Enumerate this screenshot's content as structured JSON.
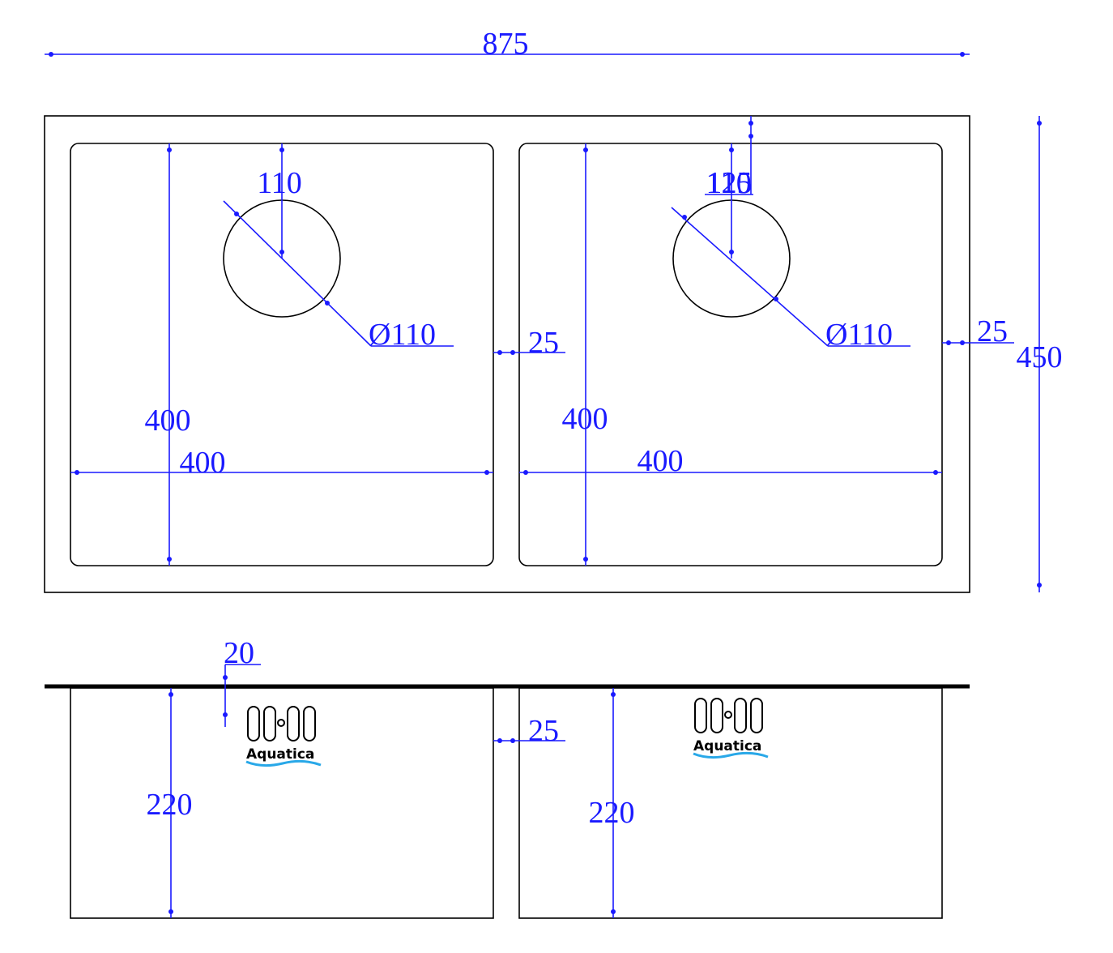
{
  "colors": {
    "dimension": "#1a1aff",
    "outline": "#000000",
    "logo_wave": "#29a8e8"
  },
  "icons": {
    "logo": "aquatica-logo"
  },
  "dimensions": {
    "overall_width": "875",
    "overall_depth": "450",
    "left_drain_offset": "110",
    "right_drain_offset": "125",
    "right_drain_offset_overlap": "110",
    "left_drain_diameter": "Ø110",
    "right_drain_diameter": "Ø110",
    "center_gap_top": "25",
    "right_margin": "25",
    "left_bowl_length": "400",
    "left_bowl_width": "400",
    "right_bowl_length": "400",
    "right_bowl_width": "400",
    "rim_thickness": "20",
    "center_gap_side": "25",
    "left_bowl_height": "220",
    "right_bowl_height": "220"
  },
  "logo": {
    "text": "Aquatica"
  }
}
